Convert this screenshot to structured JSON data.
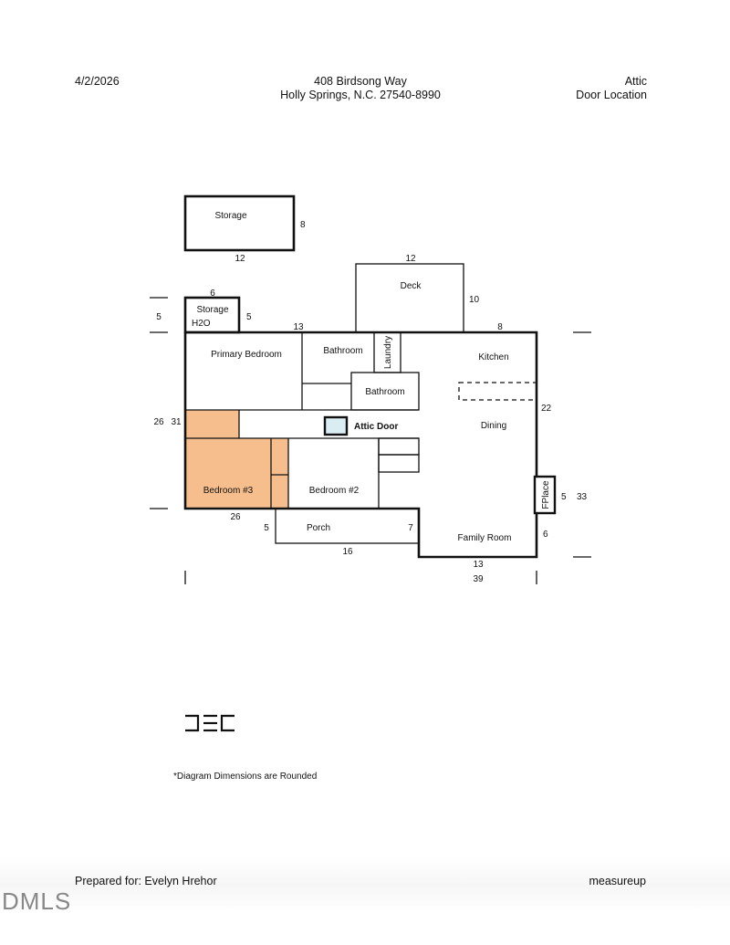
{
  "header": {
    "date": "4/2/2026",
    "address_line1": "408 Birdsong Way",
    "address_line2": "Holly Springs, N.C. 27540-8990",
    "title_line1": "Attic",
    "title_line2": "Door Location"
  },
  "rooms": {
    "storage_detached": "Storage",
    "storage_h2o_1": "Storage",
    "storage_h2o_2": "H2O",
    "deck": "Deck",
    "primary_bedroom": "Primary Bedroom",
    "bathroom1": "Bathroom",
    "laundry": "Laundry",
    "bathroom2": "Bathroom",
    "kitchen": "Kitchen",
    "dining": "Dining",
    "attic_door": "Attic Door",
    "bedroom3": "Bedroom #3",
    "bedroom2": "Bedroom #2",
    "porch": "Porch",
    "family_room": "Family Room",
    "fireplace": "FPlace"
  },
  "dimensions": {
    "storage_h": "8",
    "storage_w": "12",
    "deck_w": "12",
    "deck_h": "10",
    "h2o_w": "6",
    "h2o_h": "5",
    "h2o_left": "5",
    "top_13": "13",
    "top_8": "8",
    "left_26": "26",
    "left_31": "31",
    "right_22": "22",
    "fp_5": "5",
    "right_33": "33",
    "right_6": "6",
    "bottom_26": "26",
    "porch_5": "5",
    "porch_7": "7",
    "porch_16": "16",
    "bottom_13": "13",
    "overall_39": "39"
  },
  "colors": {
    "highlight": "#f7be8d",
    "attic": "#d9edf3"
  },
  "footer": {
    "logo": "DEC",
    "note": "*Diagram Dimensions are Rounded",
    "prepared_for": "Prepared for: Evelyn Hrehor",
    "brand": "measureup",
    "watermark": "DMLS"
  }
}
